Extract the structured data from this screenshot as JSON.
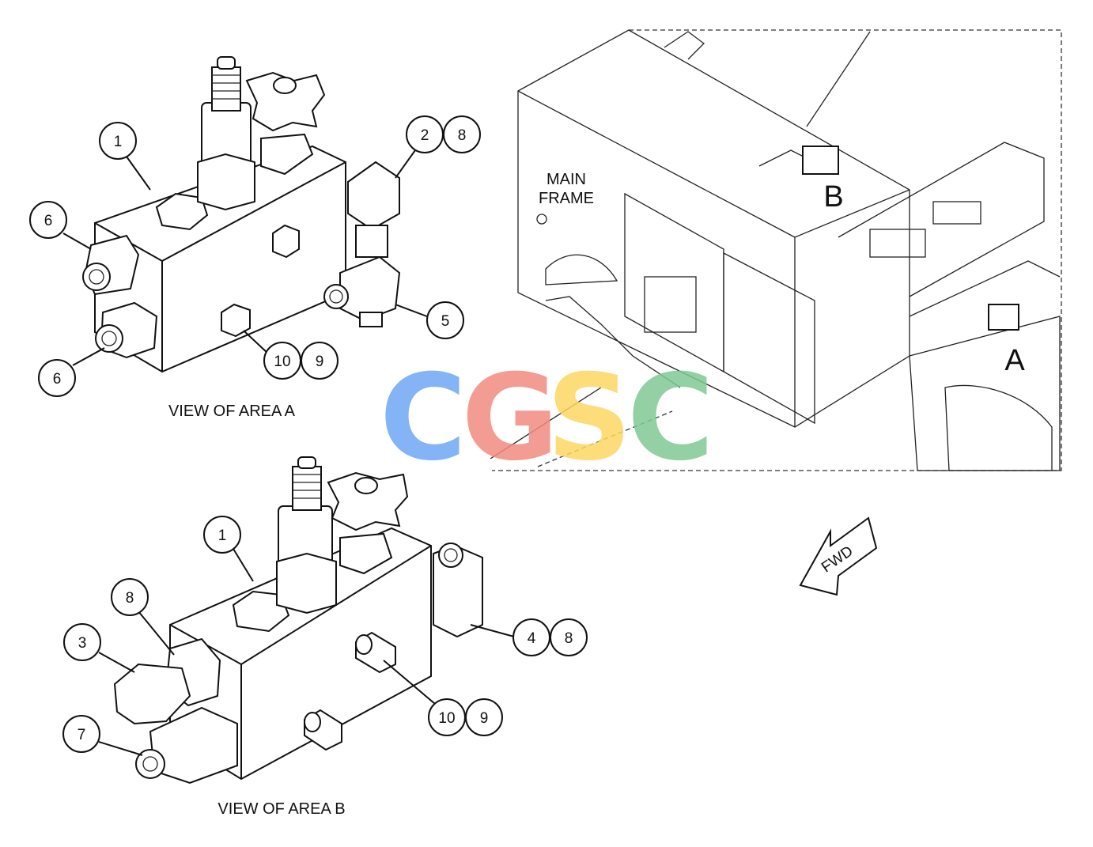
{
  "captions": {
    "view_a": "VIEW OF AREA A",
    "view_b": "VIEW OF AREA B",
    "main_frame_line1": "MAIN",
    "main_frame_line2": "FRAME",
    "area_a": "A",
    "area_b": "B",
    "fwd": "FWD"
  },
  "callouts_a": {
    "c1": "1",
    "c2": "2",
    "c8": "8",
    "c6_top": "6",
    "c6_bottom": "6",
    "c5": "5",
    "c10": "10",
    "c9": "9"
  },
  "callouts_b": {
    "c1": "1",
    "c8_left": "8",
    "c3": "3",
    "c7": "7",
    "c4": "4",
    "c8_right": "8",
    "c10": "10",
    "c9": "9"
  },
  "watermark": {
    "letters": [
      "C",
      "G",
      "S",
      "C"
    ],
    "colors": [
      "#6fa8f5",
      "#f28b82",
      "#fdd663",
      "#81c995"
    ]
  }
}
